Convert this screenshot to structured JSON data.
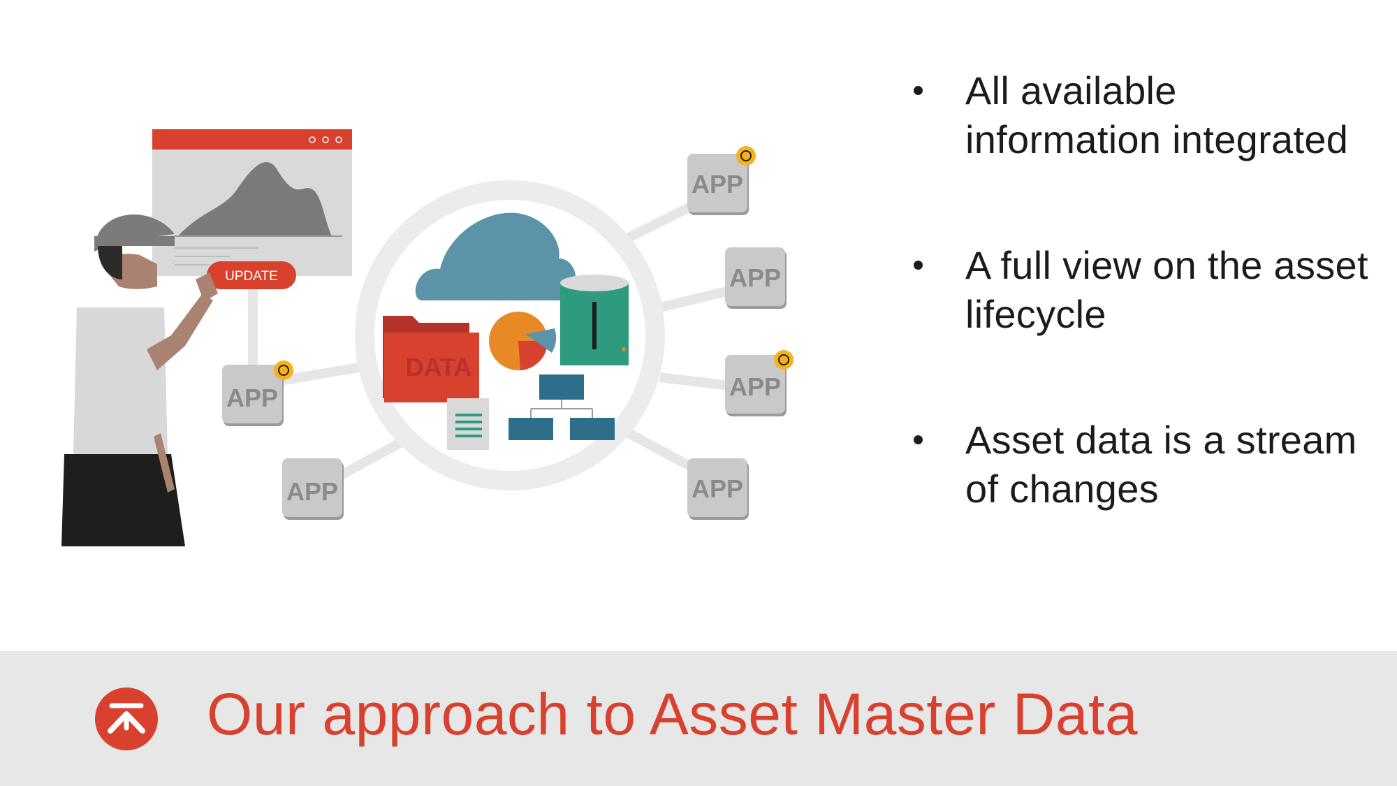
{
  "illustration": {
    "update_button": "UPDATE",
    "data_folder_label": "DATA",
    "app_label": "APP",
    "colors": {
      "red": "#d9412f",
      "cloud": "#5b94a8",
      "teal": "#2e9a7e",
      "orange": "#e78a25",
      "grey_box": "#c9c9c9",
      "sync_badge": "#f5b21b"
    }
  },
  "bullets": [
    "All available information integrated",
    "A full view on the asset lifecycle",
    "Asset data is a stream of changes"
  ],
  "footer": {
    "title": "Our approach to Asset Master Data",
    "logo_icon": "up-arrow-logo-icon"
  }
}
